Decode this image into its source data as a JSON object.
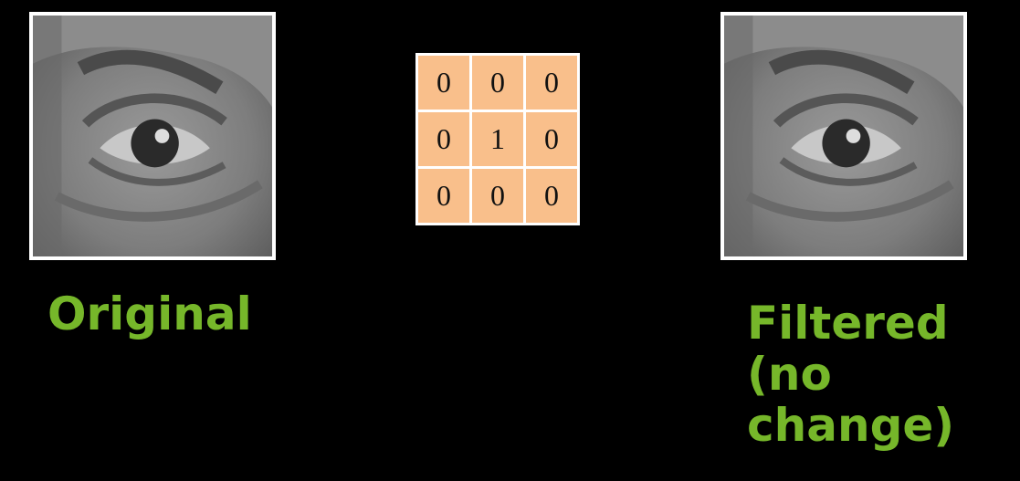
{
  "images": {
    "original": {
      "icon": "eye-closeup-grayscale-image"
    },
    "filtered": {
      "icon": "eye-closeup-grayscale-image"
    }
  },
  "kernel": {
    "rows": [
      [
        "0",
        "0",
        "0"
      ],
      [
        "0",
        "1",
        "0"
      ],
      [
        "0",
        "0",
        "0"
      ]
    ],
    "cell_color": "#f9bf8b"
  },
  "captions": {
    "original": "Original",
    "filtered_lines": [
      "Filtered",
      "(no",
      "change)"
    ],
    "color": "#76b72a"
  }
}
